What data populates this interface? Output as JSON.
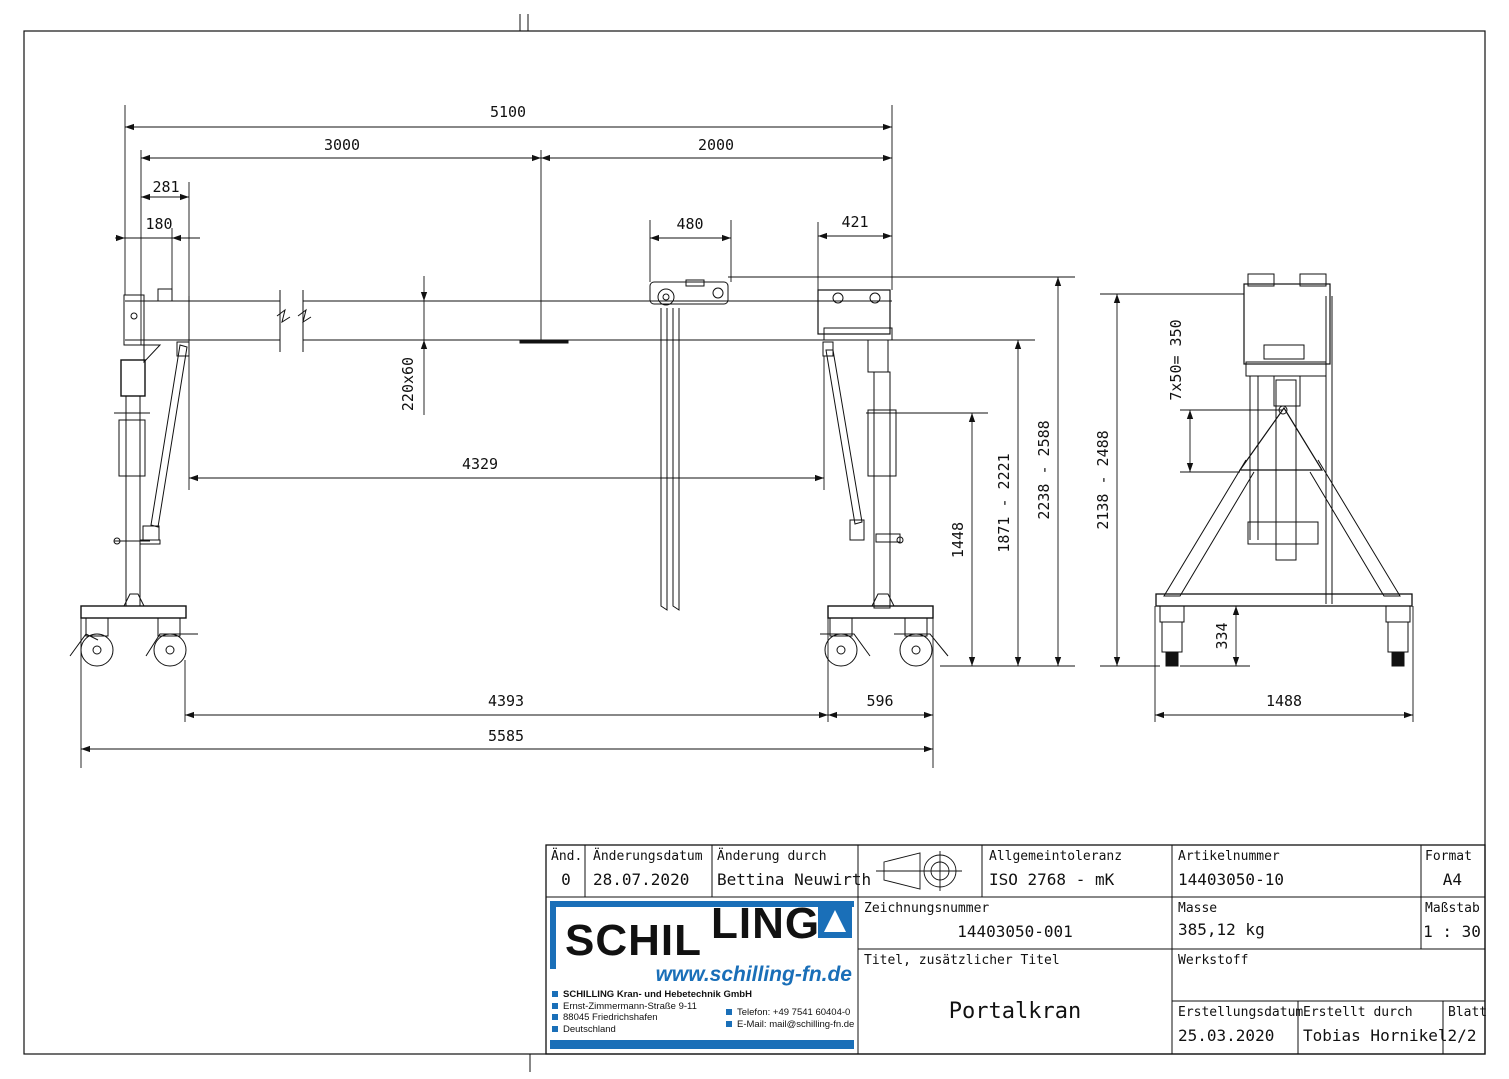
{
  "dimensions": {
    "front_view": {
      "overall_span": "5100",
      "span_left": "3000",
      "span_right": "2000",
      "leg_offset_281": "281",
      "leg_offset_180": "180",
      "trolley_width": "480",
      "right_head_width": "421",
      "beam_profile": "220x60",
      "clear_width": "4329",
      "wheelbase_inner": "4393",
      "wheel_spacing": "596",
      "overall_length": "5585",
      "height_1448": "1448",
      "height_range_1": "1871 - 2221",
      "height_range_2": "2238 - 2588"
    },
    "side_view": {
      "height_range": "2138 - 2488",
      "hole_pitch": "7x50= 350",
      "base_height": "334",
      "track_width": "1488"
    }
  },
  "title_block": {
    "headers": {
      "rev": "Änd.",
      "change_date": "Änderungsdatum",
      "changed_by": "Änderung durch",
      "tolerance": "Allgemeintoleranz",
      "article": "Artikelnummer",
      "format": "Format",
      "drawing_no": "Zeichnungsnummer",
      "mass": "Masse",
      "scale": "Maßstab",
      "title": "Titel, zusätzlicher Titel",
      "material": "Werkstoff",
      "created_date": "Erstellungsdatum",
      "created_by": "Erstellt durch",
      "sheet": "Blatt"
    },
    "values": {
      "rev": "0",
      "change_date": "28.07.2020",
      "changed_by": "Bettina Neuwirth",
      "tolerance": "ISO 2768 - mK",
      "article": "14403050-10",
      "format": "A4",
      "drawing_no": "14403050-001",
      "mass": "385,12 kg",
      "scale": "1 : 30",
      "title": "Portalkran",
      "material": "",
      "created_date": "25.03.2020",
      "created_by": "Tobias Hornikel",
      "sheet": "2/2"
    },
    "company": {
      "logo_left": "SCHIL",
      "logo_right": "LING",
      "url": "www.schilling-fn.de",
      "name": "SCHILLING Kran- und Hebetechnik GmbH",
      "street": "Ernst-Zimmermann-Straße 9-11",
      "city": "88045 Friedrichshafen",
      "country": "Deutschland",
      "phone": "Telefon: +49 7541 60404-0",
      "email": "E-Mail: mail@schilling-fn.de"
    }
  },
  "colors": {
    "brand_blue": "#1a6fb8",
    "line": "#111111"
  }
}
